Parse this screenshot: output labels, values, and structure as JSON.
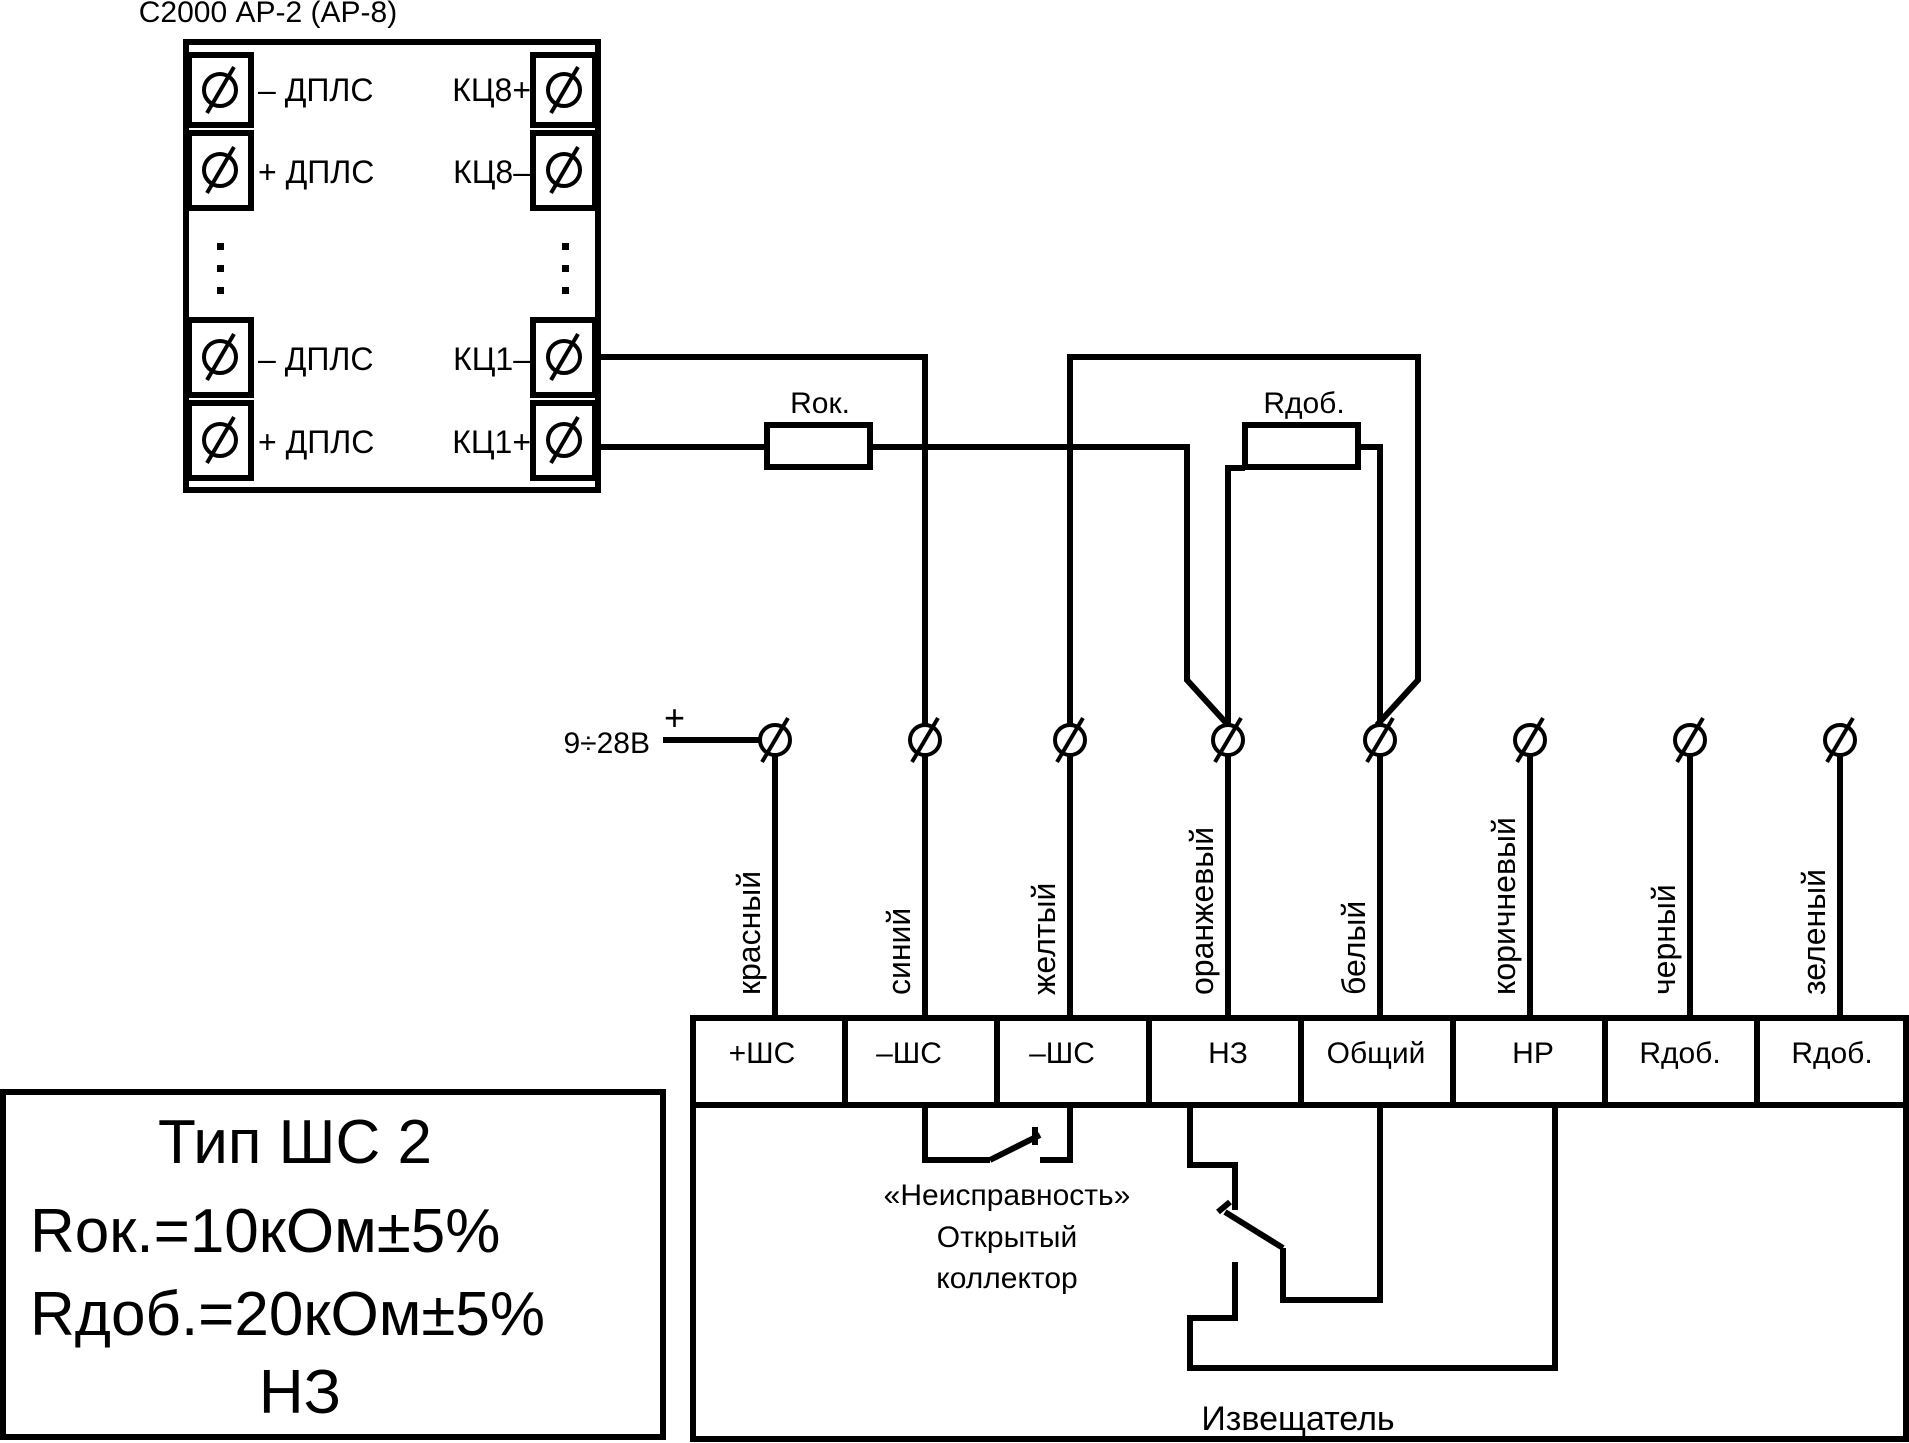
{
  "module": {
    "title": "С2000 АР-2 (АР-8)",
    "left_labels": [
      "– ДПЛС",
      "+ ДПЛС",
      "– ДПЛС",
      "+ ДПЛС"
    ],
    "right_labels": [
      "КЦ8+",
      "КЦ8–",
      "КЦ1–",
      "КЦ1+"
    ]
  },
  "resistors": {
    "r_ok": "Rок.",
    "r_add": "Rдоб."
  },
  "supply": {
    "sign": "+",
    "voltage": "9÷28В"
  },
  "wires": [
    "красный",
    "синий",
    "желтый",
    "оранжевый",
    "белый",
    "коричневый",
    "черный",
    "зеленый"
  ],
  "terminals": [
    "+ШС",
    "–ШС",
    "–ШС",
    "НЗ",
    "Общий",
    "НР",
    "Rдоб.",
    "Rдоб."
  ],
  "detector": {
    "fault_label": "«Неисправность»",
    "open_collector": [
      "Открытый",
      "коллектор"
    ],
    "name": "Извещатель"
  },
  "info": {
    "lines": [
      "Тип ШС 2",
      "Rок.=10кОм±5%",
      "Rдоб.=20кОм±5%",
      "НЗ"
    ]
  }
}
